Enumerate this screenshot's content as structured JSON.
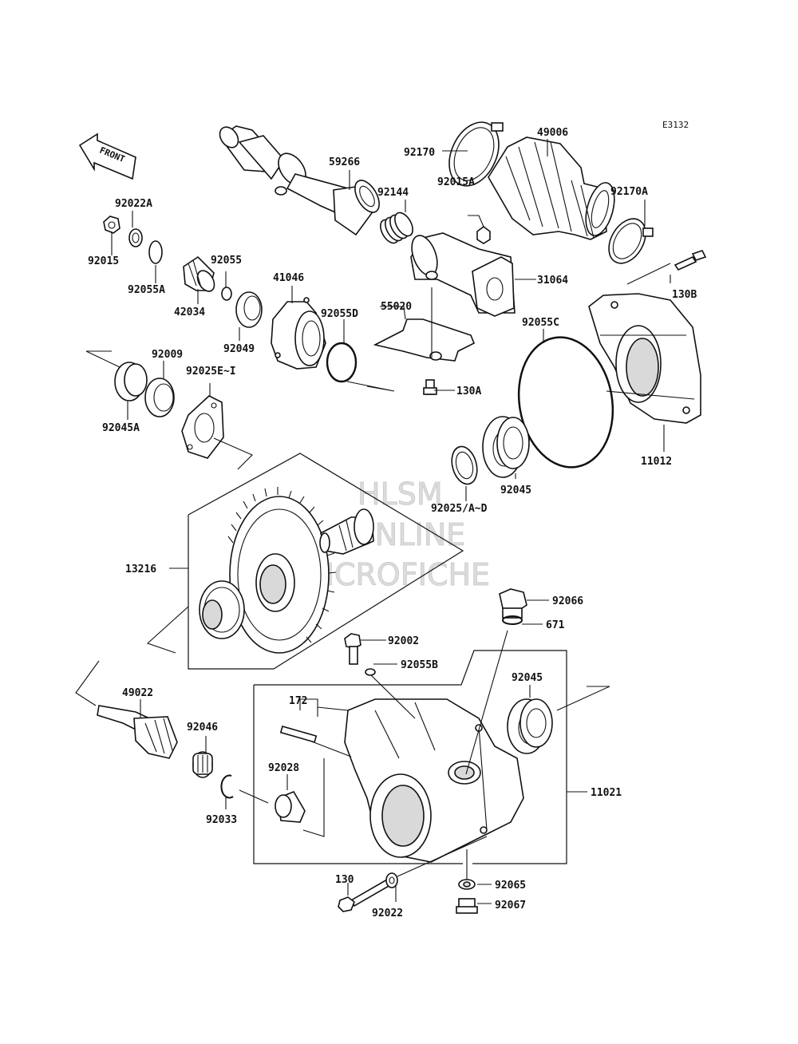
{
  "diagram_code": "E3132",
  "front_label": "FRONT",
  "watermark": [
    "HLSM",
    "ONLINE",
    "MICROFICHE"
  ],
  "parts": {
    "p49006": "49006",
    "p92170": "92170",
    "p59266": "59266",
    "p92144": "92144",
    "p92015A": "92015A",
    "p92170A": "92170A",
    "p92022A": "92022A",
    "p92015": "92015",
    "p92055A": "92055A",
    "p42034": "42034",
    "p92055": "92055",
    "p41046": "41046",
    "p92049": "92049",
    "p92055D": "92055D",
    "p55020": "55020",
    "p31064": "31064",
    "p130B": "130B",
    "p92055C": "92055C",
    "p92009": "92009",
    "p92025EI": "92025E~I",
    "p92045A": "92045A",
    "p130A": "130A",
    "p11012": "11012",
    "p92045_top": "92045",
    "p92025AD": "92025/A~D",
    "p13216": "13216",
    "p92066": "92066",
    "p671": "671",
    "p92002": "92002",
    "p92055B": "92055B",
    "p49022": "49022",
    "p172": "172",
    "p92045_bottom": "92045",
    "p92046": "92046",
    "p92028": "92028",
    "p11021": "11021",
    "p92033": "92033",
    "p130": "130",
    "p92065": "92065",
    "p92022": "92022",
    "p92067": "92067"
  }
}
